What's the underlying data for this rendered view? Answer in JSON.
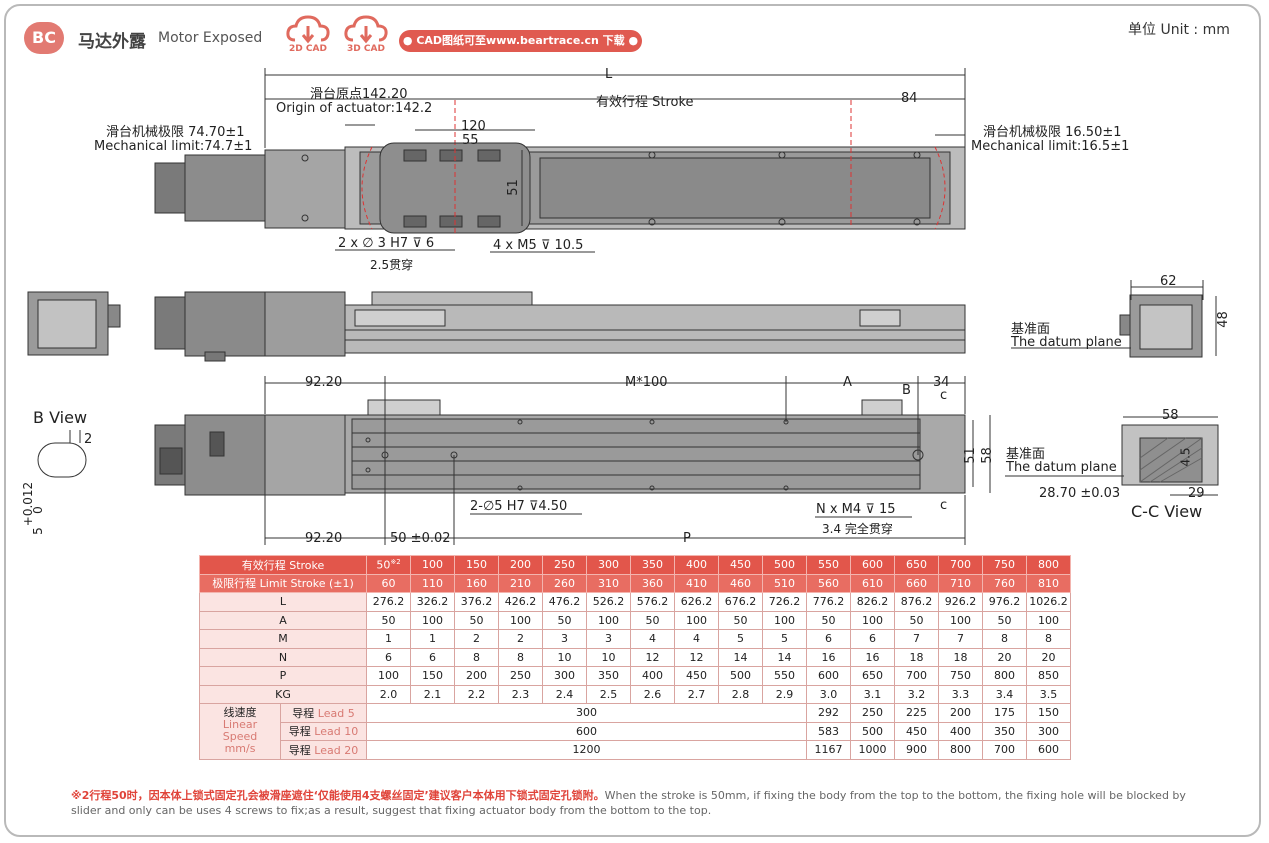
{
  "header": {
    "badge": "BC",
    "title_cn": "马达外露",
    "title_en": "Motor Exposed",
    "cad2d": "2D CAD",
    "cad3d": "3D CAD",
    "cad_pill": "● CAD图纸可至www.beartrace.cn 下载 ●",
    "unit": "单位 Unit : mm"
  },
  "colors": {
    "accent": "#e2564b",
    "body_gray": "#9a9a9a",
    "dark_gray": "#6e6e6e"
  },
  "top_view": {
    "L": "L",
    "origin_cn": "滑台原点142.20",
    "origin_en": "Origin of actuator:142.2",
    "stroke": "有效行程 Stroke",
    "d84": "84",
    "left_limit_cn": "滑台机械极限 74.70±1",
    "left_limit_en": "Mechanical limit:74.7±1",
    "right_limit_cn": "滑台机械极限 16.50±1",
    "right_limit_en": "Mechanical limit:16.5±1",
    "d120": "120",
    "d55": "55",
    "d51": "51",
    "hole1": "2 x ∅ 3 H7 ⊽ 6",
    "hole1_sub": "2.5贯穿",
    "hole2": "4 x M5 ⊽ 10.5"
  },
  "side_view": {
    "d62": "62",
    "d48": "48",
    "datum_cn": "基准面",
    "datum_en": "The datum plane"
  },
  "bottom_view": {
    "d9220": "92.20",
    "m100": "M*100",
    "A": "A",
    "B": "B",
    "d34": "34",
    "c": "c",
    "d51": "51",
    "d58": "58",
    "d9220b": "92.20",
    "d50": "50 ±0.02",
    "P": "P",
    "hole3": "2-∅5 H7 ⊽4.50",
    "hole4": "N x M4 ⊽ 15",
    "hole4_sub": "3.4 完全贯穿"
  },
  "b_view": {
    "label": "B View",
    "d2": "2",
    "tol": "+0.012",
    "tol0": "0",
    "d5": "5"
  },
  "cc_view": {
    "label": "C-C View",
    "d58": "58",
    "d45": "4.5",
    "datum_cn": "基准面",
    "datum_en": "The datum plane",
    "d2870": "28.70 ±0.03",
    "d29": "29"
  },
  "table": {
    "stroke_label": "有效行程 Stroke",
    "limit_label": "极限行程 Limit Stroke (±1)",
    "strokes": [
      "50",
      "100",
      "150",
      "200",
      "250",
      "300",
      "350",
      "400",
      "450",
      "500",
      "550",
      "600",
      "650",
      "700",
      "750",
      "800"
    ],
    "stroke_note": "※2",
    "limits": [
      "60",
      "110",
      "160",
      "210",
      "260",
      "310",
      "360",
      "410",
      "460",
      "510",
      "560",
      "610",
      "660",
      "710",
      "760",
      "810"
    ],
    "rows": [
      {
        "name": "L",
        "values": [
          "276.2",
          "326.2",
          "376.2",
          "426.2",
          "476.2",
          "526.2",
          "576.2",
          "626.2",
          "676.2",
          "726.2",
          "776.2",
          "826.2",
          "876.2",
          "926.2",
          "976.2",
          "1026.2"
        ]
      },
      {
        "name": "A",
        "values": [
          "50",
          "100",
          "50",
          "100",
          "50",
          "100",
          "50",
          "100",
          "50",
          "100",
          "50",
          "100",
          "50",
          "100",
          "50",
          "100"
        ]
      },
      {
        "name": "M",
        "values": [
          "1",
          "1",
          "2",
          "2",
          "3",
          "3",
          "4",
          "4",
          "5",
          "5",
          "6",
          "6",
          "7",
          "7",
          "8",
          "8"
        ]
      },
      {
        "name": "N",
        "values": [
          "6",
          "6",
          "8",
          "8",
          "10",
          "10",
          "12",
          "12",
          "14",
          "14",
          "16",
          "16",
          "18",
          "18",
          "20",
          "20"
        ]
      },
      {
        "name": "P",
        "values": [
          "100",
          "150",
          "200",
          "250",
          "300",
          "350",
          "400",
          "450",
          "500",
          "550",
          "600",
          "650",
          "700",
          "750",
          "800",
          "850"
        ]
      },
      {
        "name": "KG",
        "values": [
          "2.0",
          "2.1",
          "2.2",
          "2.3",
          "2.4",
          "2.5",
          "2.6",
          "2.7",
          "2.8",
          "2.9",
          "3.0",
          "3.1",
          "3.2",
          "3.3",
          "3.4",
          "3.5"
        ]
      }
    ],
    "speed_cn": "线速度",
    "speed_en1": "Linear",
    "speed_en2": "Speed",
    "speed_unit": "mm/s",
    "leads": [
      {
        "cn": "导程",
        "en": "Lead 5",
        "merged": "300",
        "values": [
          "292",
          "250",
          "225",
          "200",
          "175",
          "150"
        ]
      },
      {
        "cn": "导程",
        "en": "Lead 10",
        "merged": "600",
        "values": [
          "583",
          "500",
          "450",
          "400",
          "350",
          "300"
        ]
      },
      {
        "cn": "导程",
        "en": "Lead 20",
        "merged": "1200",
        "values": [
          "1167",
          "1000",
          "900",
          "800",
          "700",
          "600"
        ]
      }
    ]
  },
  "footnote": {
    "cn": "※2行程50时，因本体上锁式固定孔会被滑座遮住‘仅能使用4支螺丝固定’建议客户本体用下锁式固定孔锁附。",
    "en": "When the stroke is 50mm, if fixing the body from the top to the bottom, the fixing hole will be blocked by slider and only can be uses 4 screws to fix;as a result, suggest that fixing actuator body from the bottom to the top."
  }
}
